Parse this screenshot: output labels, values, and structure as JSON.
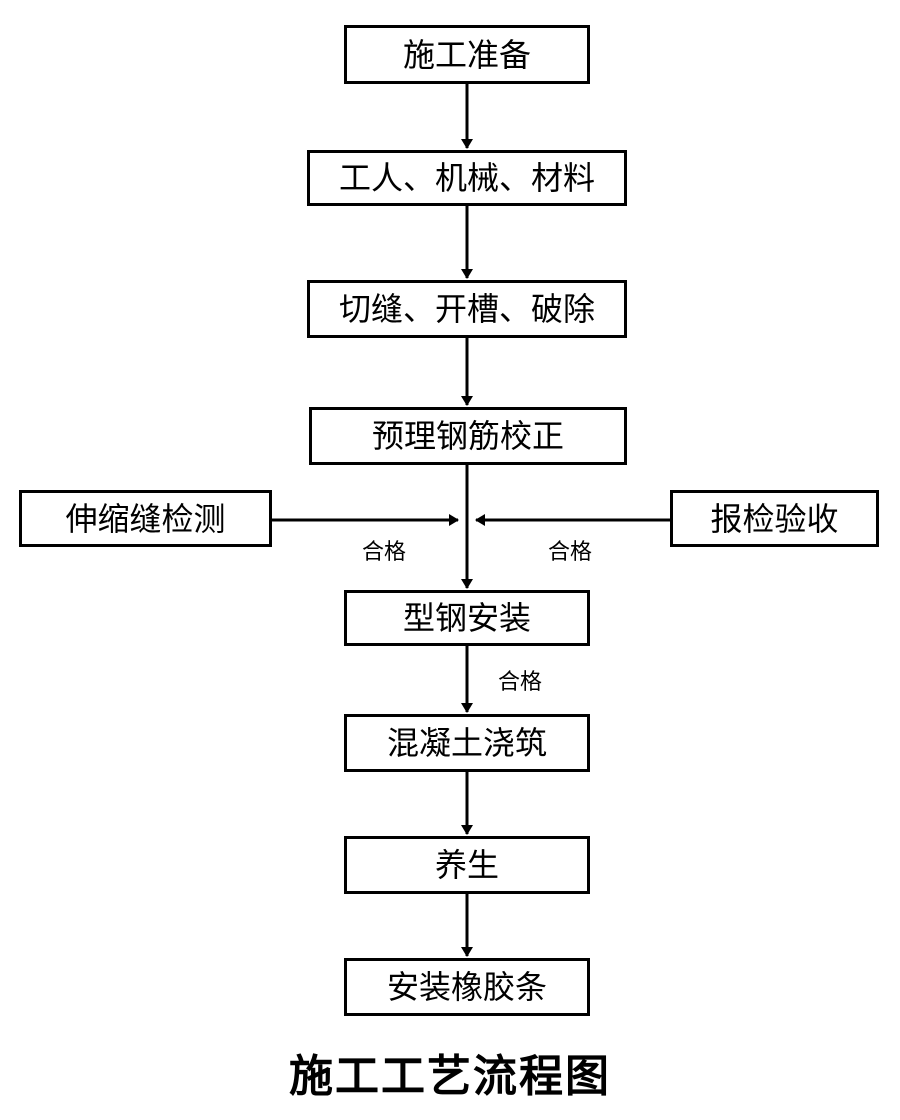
{
  "flow": {
    "steps": [
      "施工准备",
      "工人、机械、材料",
      "切缝、开槽、破除",
      "预理钢筋校正",
      "型钢安装",
      "混凝土浇筑",
      "养生",
      "安装橡胶条"
    ],
    "side_inputs": {
      "left": "伸缩缝检测",
      "right": "报检验收"
    },
    "pass_labels": {
      "left": "合格",
      "right": "合格",
      "below": "合格"
    }
  },
  "title": "施工工艺流程图",
  "colors": {
    "line": "#000000",
    "background": "#ffffff"
  }
}
